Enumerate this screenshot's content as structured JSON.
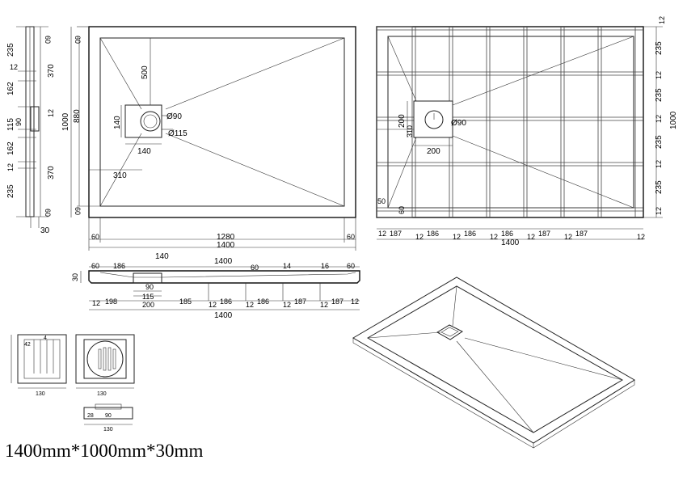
{
  "caption": "1400mm*1000mm*30mm",
  "side_view": {
    "d_top": "60",
    "d_235a": "235",
    "d_12a": "12",
    "d_370a": "370",
    "d_162a": "162",
    "d_115": "115",
    "d_90": "90",
    "d_162b": "162",
    "d_12b": "12",
    "d_370b": "370",
    "d_235b": "235",
    "d_bottom": "60",
    "d_12c": "12",
    "d_thick": "30"
  },
  "plan_view": {
    "top_60": "60",
    "d_880": "880",
    "d_1000": "1000",
    "d_500": "500",
    "d_140v": "140",
    "d_140h": "140",
    "d_310": "310",
    "d_90": "Ø90",
    "d_115": "Ø115",
    "bottom_60": "60",
    "bl_60": "60",
    "br_60": "60",
    "d_1280": "1280",
    "d_1400": "1400"
  },
  "grid_view": {
    "r12a": "12",
    "r235a": "235",
    "r12b": "12",
    "r235b": "235",
    "r12c": "12",
    "r235c": "235",
    "r12d": "12",
    "r235d": "235",
    "r12e": "12",
    "d_1000": "1000",
    "d_200v": "200",
    "d_310": "310",
    "d_90": "Ø90",
    "d_200h": "200",
    "d_50": "50",
    "d_60": "60",
    "b12a": "12",
    "b187a": "187",
    "b12b": "12",
    "b186a": "186",
    "b12c": "12",
    "b186b": "186",
    "b12d": "12",
    "b186c": "186",
    "b12e": "12",
    "b187b": "187",
    "b12f": "12",
    "b187c": "187",
    "b12g": "12",
    "b_1400": "1400"
  },
  "section_view": {
    "s60a": "60",
    "s186a": "186",
    "s115": "115",
    "s90": "90",
    "s140": "140",
    "s1400": "1400",
    "s60b": "60",
    "s14": "14",
    "s16": "16",
    "s60c": "60",
    "s30": "30",
    "s12a": "12",
    "s198": "198",
    "s200": "200",
    "s185": "185",
    "s12b": "12",
    "s186b": "186",
    "s12c": "12",
    "s186c": "186",
    "s12d": "12",
    "s187a": "187",
    "s12e": "12",
    "s187b": "187",
    "s12f": "12",
    "s1400b": "1400"
  },
  "drain_detail": {
    "a": "130",
    "b": "42",
    "c": "4",
    "d": "130",
    "e": "130",
    "f": "90",
    "g": "28"
  }
}
